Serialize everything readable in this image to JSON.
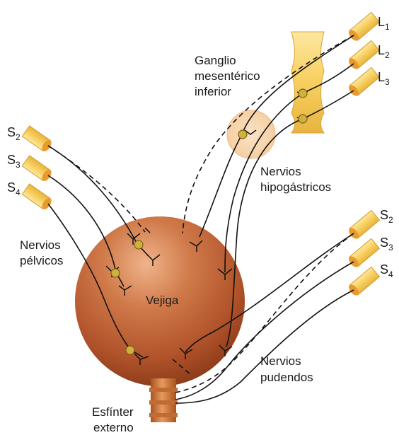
{
  "labels": {
    "ganglio": [
      "Ganglio",
      "mesentérico",
      "inferior"
    ],
    "hipogastricos": [
      "Nervios",
      "hipogástricos"
    ],
    "pelvicos": [
      "Nervios",
      "pélvicos"
    ],
    "vejiga": "Vejiga",
    "pudendos": [
      "Nervios",
      "pudendos"
    ],
    "esfinter": [
      "Esfínter",
      "externo"
    ]
  },
  "roots_right_top": [
    {
      "letter": "L",
      "sub": "1"
    },
    {
      "letter": "L",
      "sub": "2"
    },
    {
      "letter": "L",
      "sub": "3"
    }
  ],
  "roots_left": [
    {
      "letter": "S",
      "sub": "2"
    },
    {
      "letter": "S",
      "sub": "3"
    },
    {
      "letter": "S",
      "sub": "4"
    }
  ],
  "roots_right_bottom": [
    {
      "letter": "S",
      "sub": "2"
    },
    {
      "letter": "S",
      "sub": "3"
    },
    {
      "letter": "S",
      "sub": "4"
    }
  ],
  "colors": {
    "bladder": "#b4542a",
    "bladder_highlight": "#e9a67a",
    "root": "#f7cf5e",
    "root_edge": "#d39b2a",
    "ganglion_halo": "#f8d9b4",
    "neuron": "#c9a53a"
  }
}
